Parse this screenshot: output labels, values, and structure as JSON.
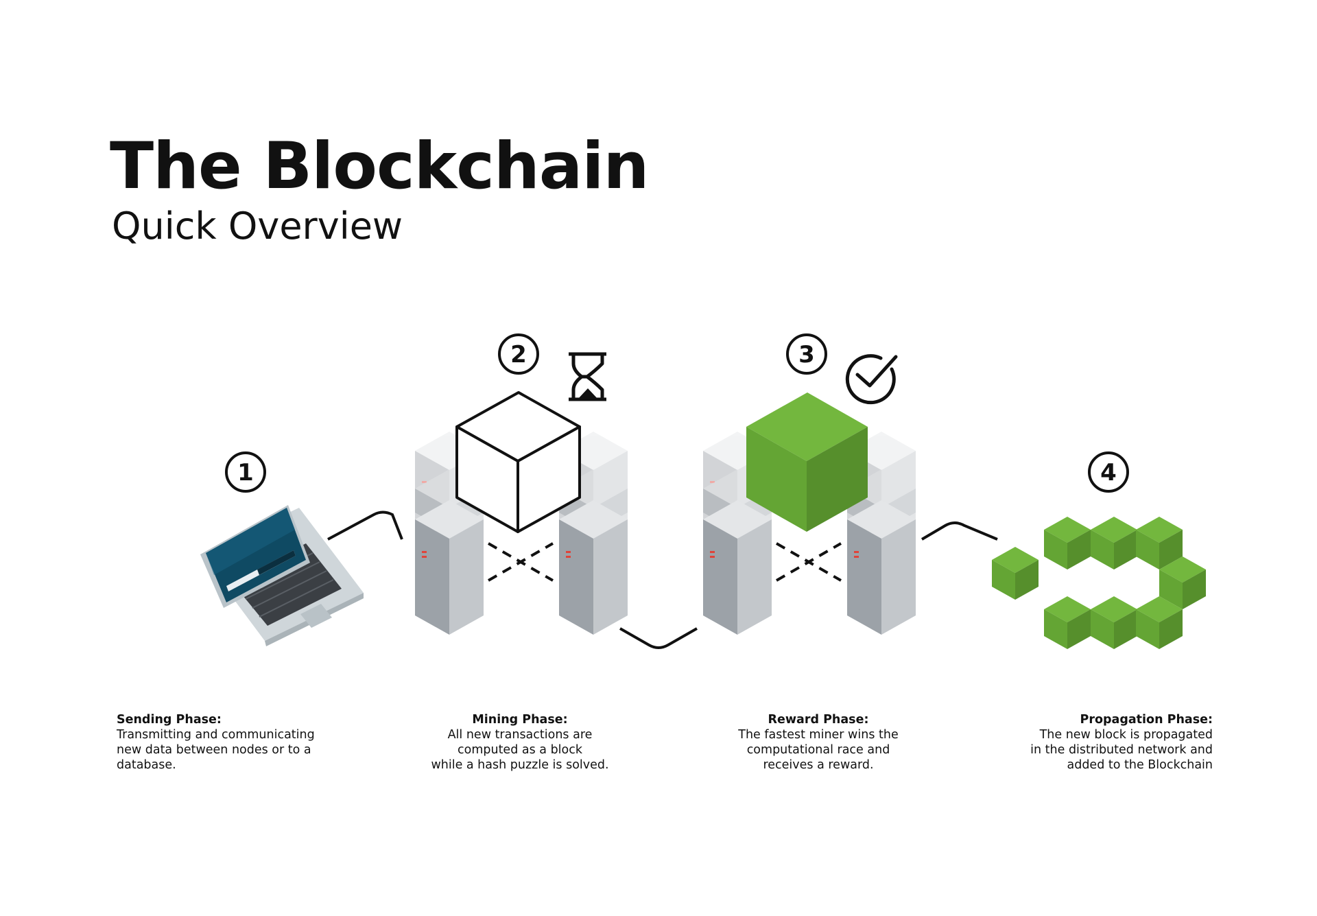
{
  "header": {
    "title": "The Blockchain",
    "subtitle": "Quick Overview"
  },
  "steps": [
    "1",
    "2",
    "3",
    "4"
  ],
  "colors": {
    "green_top": "#6fb33b",
    "green_left": "#62a233",
    "green_right": "#548c2b",
    "server_light": "#d7dadd",
    "server_mid": "#b9bec3",
    "server_dark": "#9ba1a7",
    "screen": "#0f4a63",
    "line": "#111111"
  },
  "phases": [
    {
      "title": "Sending Phase:",
      "lines": [
        "Transmitting and communicating",
        "new data between nodes or to a",
        "database."
      ]
    },
    {
      "title": "Mining Phase:",
      "lines": [
        "All new transactions are",
        "computed as a block",
        "while a hash puzzle is solved."
      ]
    },
    {
      "title": "Reward Phase:",
      "lines": [
        "The fastest miner wins the",
        "computational race and",
        "receives a reward."
      ]
    },
    {
      "title": "Propagation Phase:",
      "lines": [
        "The new block is propagated",
        "in the distributed network and",
        "added to the Blockchain"
      ]
    }
  ]
}
